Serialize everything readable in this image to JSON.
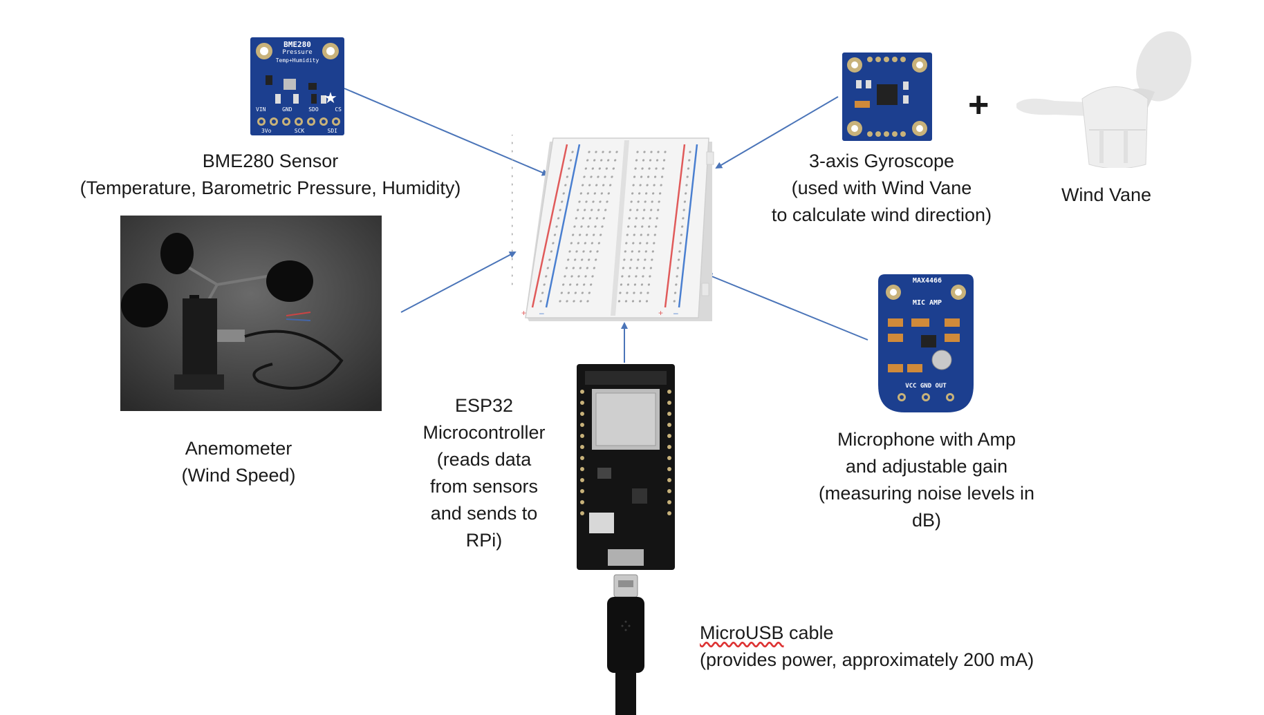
{
  "components": {
    "bme280": {
      "board_text": [
        "BME280",
        "Pressure",
        "Temp+Humidity"
      ],
      "pins": [
        "VIN",
        "GND",
        "SDO",
        "CS",
        "3Vo",
        "SCK",
        "SDI"
      ],
      "label": [
        "BME280 Sensor",
        "(Temperature, Barometric Pressure, Humidity)"
      ]
    },
    "gyroscope": {
      "label": [
        "3-axis Gyroscope",
        "(used with Wind Vane",
        "to calculate wind direction)"
      ]
    },
    "wind_vane": {
      "label": [
        "Wind Vane"
      ]
    },
    "plus_sign": "+",
    "anemometer": {
      "label": [
        "Anemometer",
        "(Wind Speed)"
      ]
    },
    "esp32": {
      "label": [
        "ESP32",
        "Microcontroller",
        "(reads data",
        "from sensors",
        "and sends to",
        "RPi)"
      ]
    },
    "microphone": {
      "board_text": [
        "MAX4466",
        "MIC AMP",
        "VCC GND OUT"
      ],
      "label": [
        "Microphone with Amp",
        "and adjustable gain",
        "(measuring noise levels in",
        "dB)"
      ]
    },
    "microusb": {
      "label_underlined": "MicroUSB",
      "label_rest": " cable",
      "label_line2": "(provides power, approximately 200 mA)"
    }
  },
  "colors": {
    "arrow": "#4a74b8",
    "pcb_blue": "#1c3f8f",
    "breadboard": "#f2f2f2",
    "rail_red": "#e05a5a",
    "rail_blue": "#4a7fd0"
  }
}
